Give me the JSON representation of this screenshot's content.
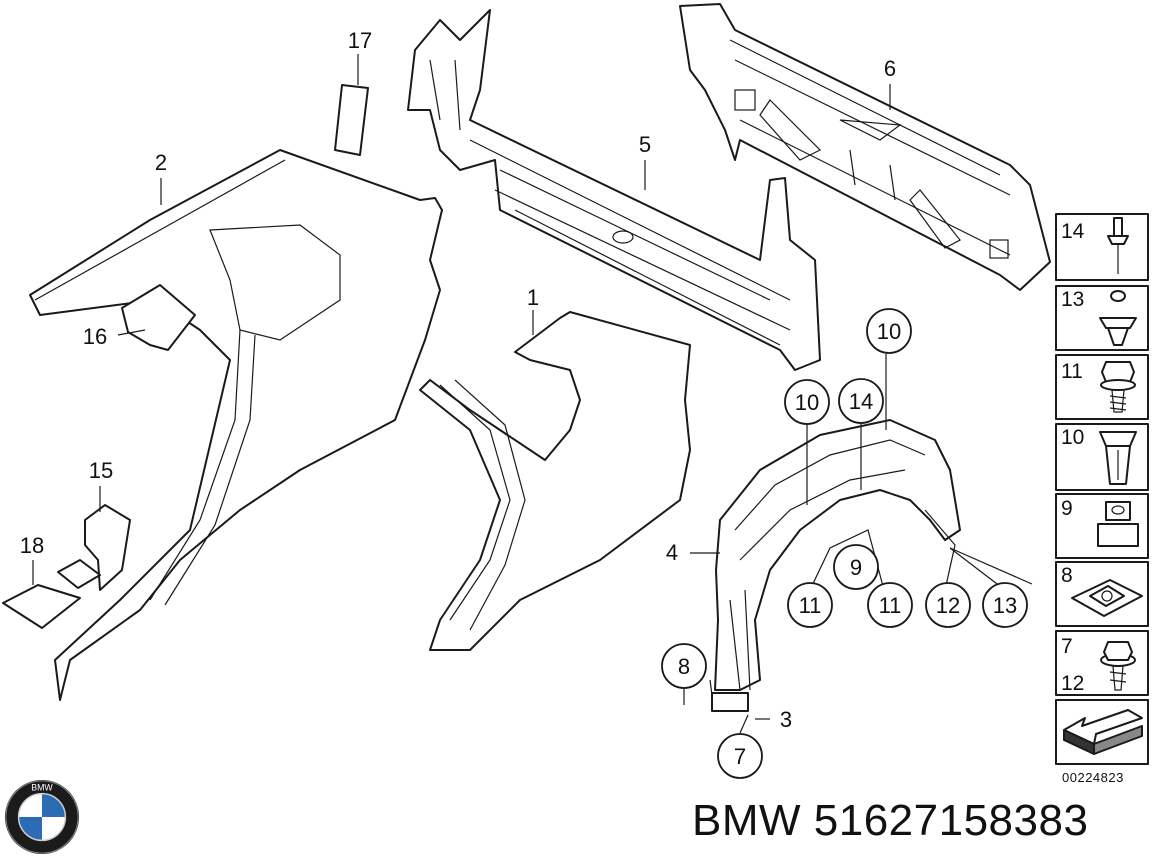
{
  "callouts": {
    "p1": "1",
    "p2": "2",
    "p3": "3",
    "p4": "4",
    "p5": "5",
    "p6": "6",
    "p15": "15",
    "p16": "16",
    "p17": "17",
    "p18": "18",
    "c7": "7",
    "c8": "8",
    "c9": "9",
    "c10a": "10",
    "c10b": "10",
    "c14": "14",
    "c11a": "11",
    "c11b": "11",
    "c12": "12",
    "c13": "13"
  },
  "legend": {
    "rows": [
      {
        "num": "14",
        "icon": "rivet-icon"
      },
      {
        "num": "13",
        "icon": "expanding-clip-icon"
      },
      {
        "num": "11",
        "icon": "collar-screw-icon"
      },
      {
        "num": "10",
        "icon": "expanding-nut-icon"
      },
      {
        "num": "9",
        "icon": "hex-nut-icon"
      },
      {
        "num": "8",
        "icon": "spring-nut-clip-icon"
      },
      {
        "num": "7",
        "num2": "12",
        "icon": "hex-screw-icon"
      },
      {
        "num": "",
        "icon": "arrow-icon"
      }
    ]
  },
  "footer": {
    "doc_code": "00224823",
    "brand_line": "BMW 51627158383",
    "logo_letters": "BMW"
  }
}
